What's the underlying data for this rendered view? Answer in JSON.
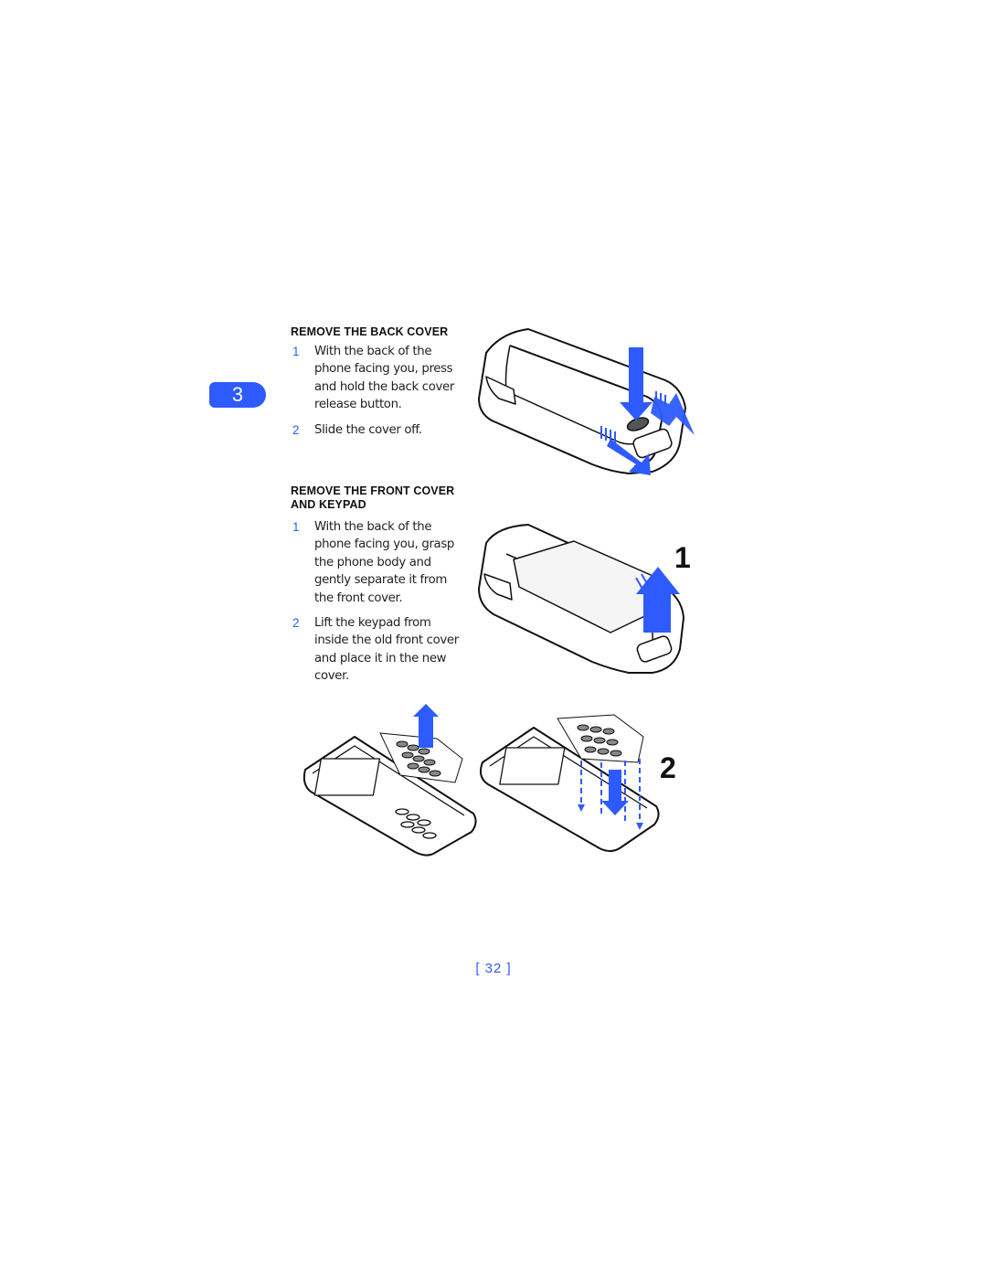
{
  "chapter_tab": {
    "number": "3",
    "color": "#2e5bff"
  },
  "section_back_cover": {
    "heading": "REMOVE THE BACK COVER",
    "steps": [
      {
        "num": "1",
        "text": "With the back of the phone facing you, press and hold the back cover release button."
      },
      {
        "num": "2",
        "text": "Slide the cover off."
      }
    ]
  },
  "section_front_cover": {
    "heading": "REMOVE THE FRONT COVER AND KEYPAD",
    "steps": [
      {
        "num": "1",
        "text": "With the back of the phone facing you, grasp the phone body and gently separate it from the front cover."
      },
      {
        "num": "2",
        "text": "Lift the keypad from inside the old front cover and place it in the new cover."
      }
    ]
  },
  "figure_labels": {
    "figure_1": "1",
    "figure_2": "2"
  },
  "icons": [
    "phone-back-illustration",
    "phone-separate-illustration",
    "keypad-lift-illustration",
    "keypad-place-illustration",
    "arrow-icon"
  ],
  "page_number": "[ 32 ]",
  "accent_color": "#2e5bff"
}
